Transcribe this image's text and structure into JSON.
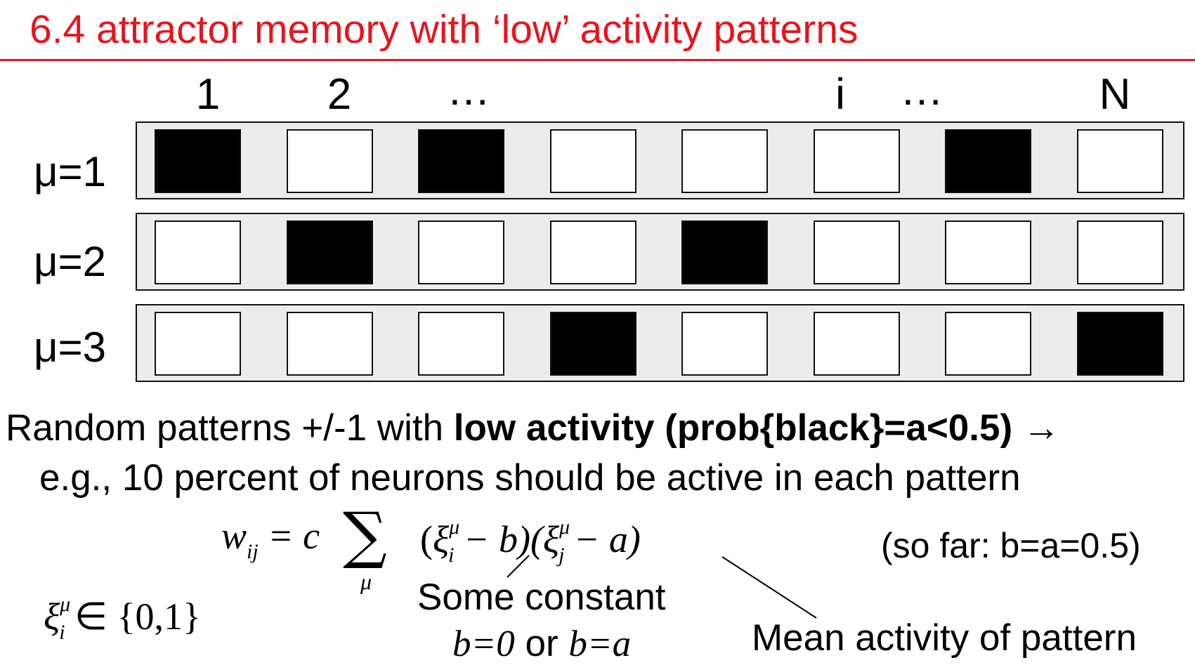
{
  "title": "6.4 attractor memory with ‘low’ activity patterns",
  "columns": [
    "1",
    "2",
    "…",
    "i",
    "…",
    "N"
  ],
  "rows": [
    {
      "label": "μ=1",
      "cells": [
        1,
        0,
        1,
        0,
        0,
        0,
        1,
        0
      ]
    },
    {
      "label": "μ=2",
      "cells": [
        0,
        1,
        0,
        0,
        1,
        0,
        0,
        0
      ]
    },
    {
      "label": "μ=3",
      "cells": [
        0,
        0,
        0,
        1,
        0,
        0,
        0,
        1
      ]
    }
  ],
  "text": {
    "line1_prefix": "Random patterns +/-1 with ",
    "line1_bold": "low activity (prob{black}=a<0.5)",
    "line1_arrow": "→",
    "line2": "e.g., 10 percent of neurons should be active in each pattern",
    "so_far": "(so far: b=a=0.5)",
    "some_constant": "Some constant",
    "b_options_1": "b=0",
    "b_options_or": " or ",
    "b_options_2": "b=a",
    "mean_activity": "Mean activity of pattern"
  },
  "formula": {
    "w": "w",
    "w_sub": "ij",
    "eq_c": " = c",
    "sigma": "∑",
    "sigma_sub": "μ",
    "xi": "ξ",
    "xi_i_sup": "μ",
    "xi_i_sub": "i",
    "minus_b": " − b)(",
    "xi_j_sup": "μ",
    "xi_j_sub": "j",
    "minus_a": " − a)",
    "open": "(",
    "set_expr": " ∈ {0,1}"
  },
  "colors": {
    "title": "#e8141b",
    "on": "#000000",
    "off": "#ffffff",
    "row_bg": "#ececec"
  }
}
